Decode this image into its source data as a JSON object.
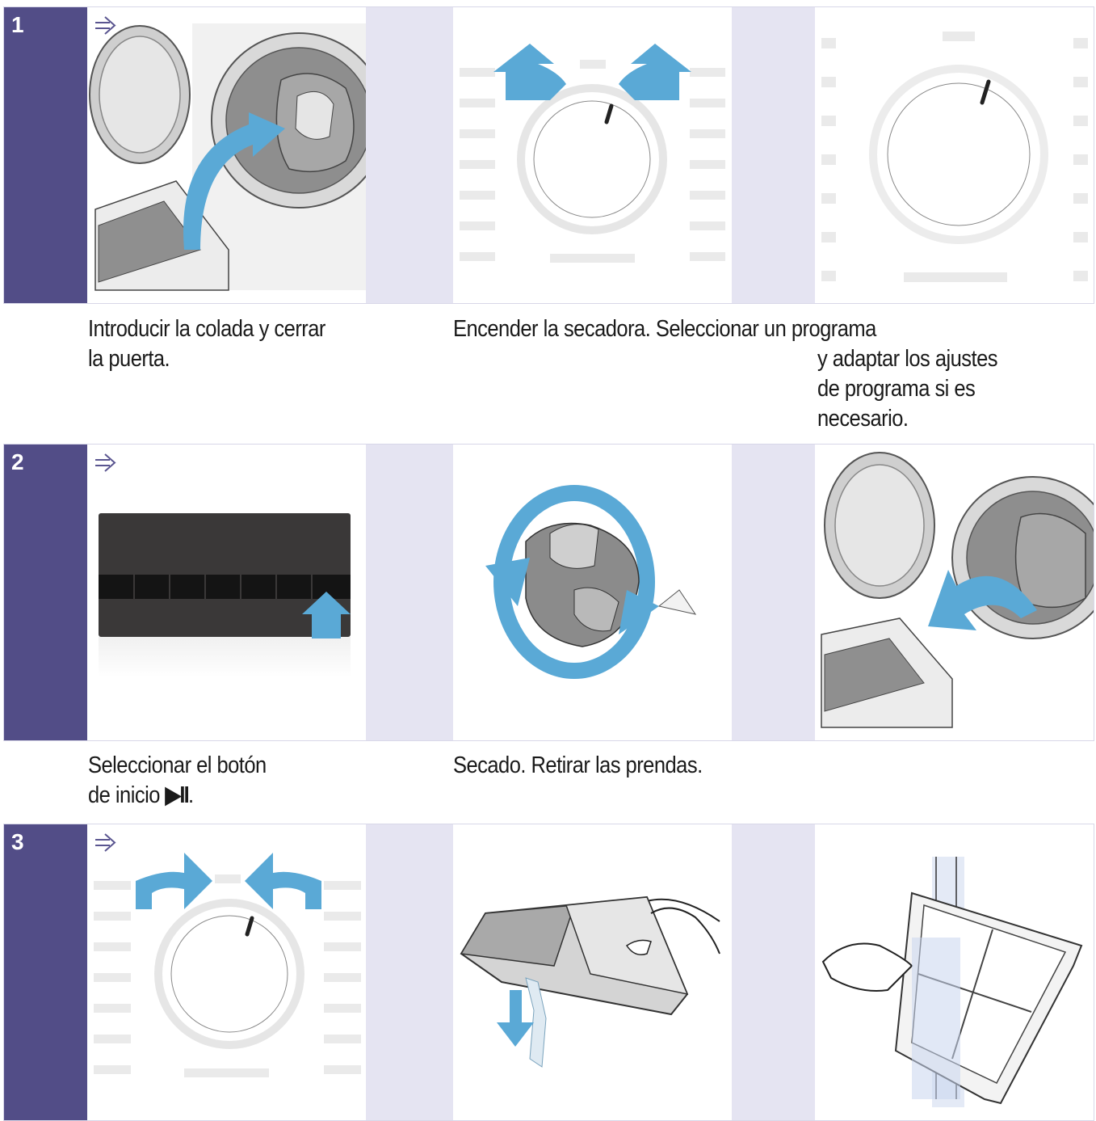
{
  "steps": [
    {
      "number": "1"
    },
    {
      "number": "2"
    },
    {
      "number": "3"
    }
  ],
  "captions": {
    "step1_panel1": [
      "Introducir la colada y cerrar",
      "la puerta."
    ],
    "step1_panel2": "Encender la secadora. Seleccionar un programa",
    "step1_panel3": [
      "y adaptar los ajustes",
      "de programa si es",
      "necesario."
    ],
    "step2_panel1": [
      "Seleccionar el botón",
      "de inicio ",
      "▶II",
      "."
    ],
    "step2_panel2": "Secado. Retirar las prendas."
  },
  "colors": {
    "step_bar": "#524d87",
    "row_background": "#e5e4f2",
    "arrow_blue": "#5aa9d6",
    "display_dark": "#3a3838"
  },
  "icons": [
    "right-arrow-icon",
    "curved-arrow-icon",
    "rotation-arrows-icon",
    "down-arrow-icon",
    "up-arrow-icon",
    "program-dial-icon"
  ]
}
